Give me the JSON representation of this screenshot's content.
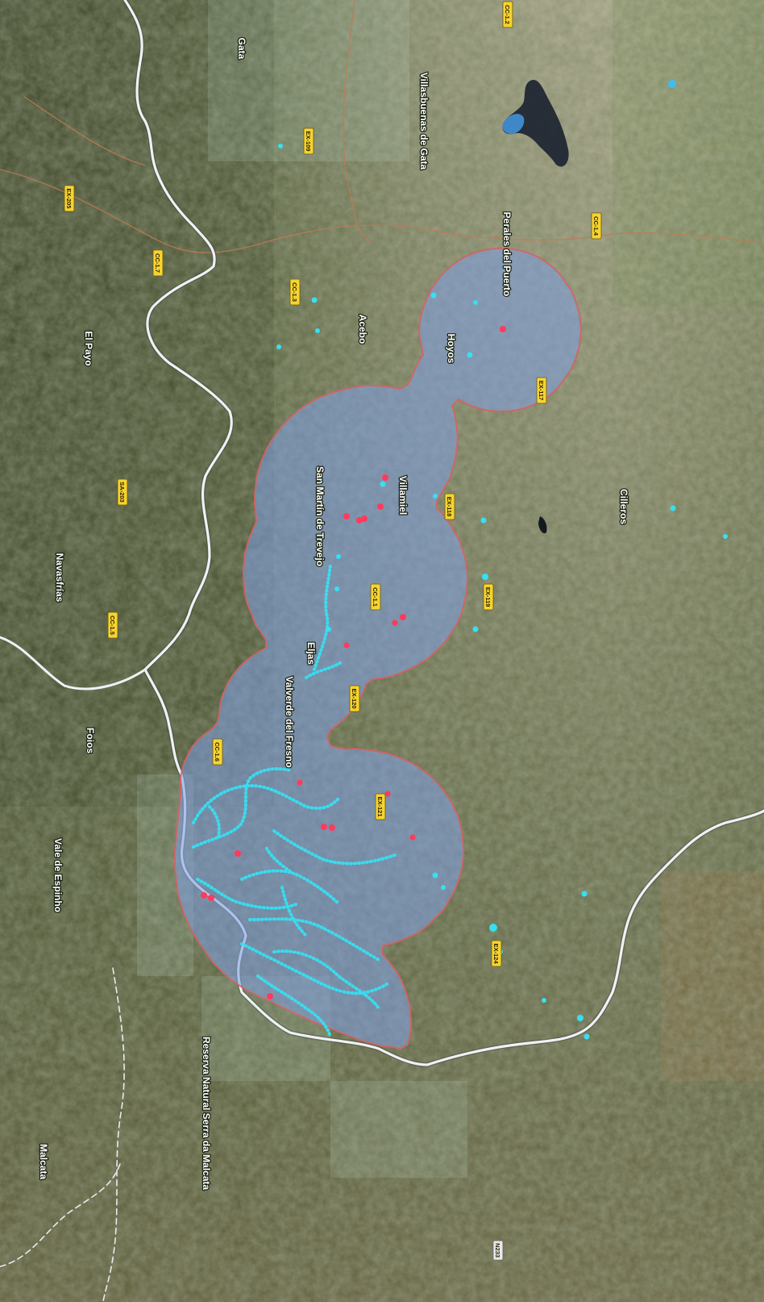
{
  "map": {
    "colors": {
      "zone_fill": "#7f9ee0",
      "zone_stroke": "#d86060",
      "dot_cyan": "#36e0f2",
      "dot_red": "#ff3a5c",
      "border": "#eef2f5",
      "road_local": "#bf7a54"
    },
    "place_labels": [
      "Gata",
      "Villasbuenas de Gata",
      "Perales del Puerto",
      "Acebo",
      "Hoyos",
      "El Payo",
      "San Martín de Trevejo",
      "Villamiel",
      "Navasfrías",
      "Cilleros",
      "Eljas",
      "Valverde del Fresno",
      "Foios",
      "Vale de Espinho",
      "Malcata",
      "Reserva Natural Serra da Malcata"
    ],
    "road_labels": [
      "CC-1.2",
      "EX-109",
      "EX-205",
      "CC-1.4",
      "CC-1.7",
      "CC-1.3",
      "EX-117",
      "SA-203",
      "EX-118",
      "CC-1.1",
      "EX-119",
      "CC-1.5",
      "EX-120",
      "CC-1.6",
      "EX-121",
      "EX-124",
      "N233"
    ],
    "icons": {
      "reservoir": "reservoir-shape",
      "affected_zone": "buffer-polygon"
    }
  }
}
